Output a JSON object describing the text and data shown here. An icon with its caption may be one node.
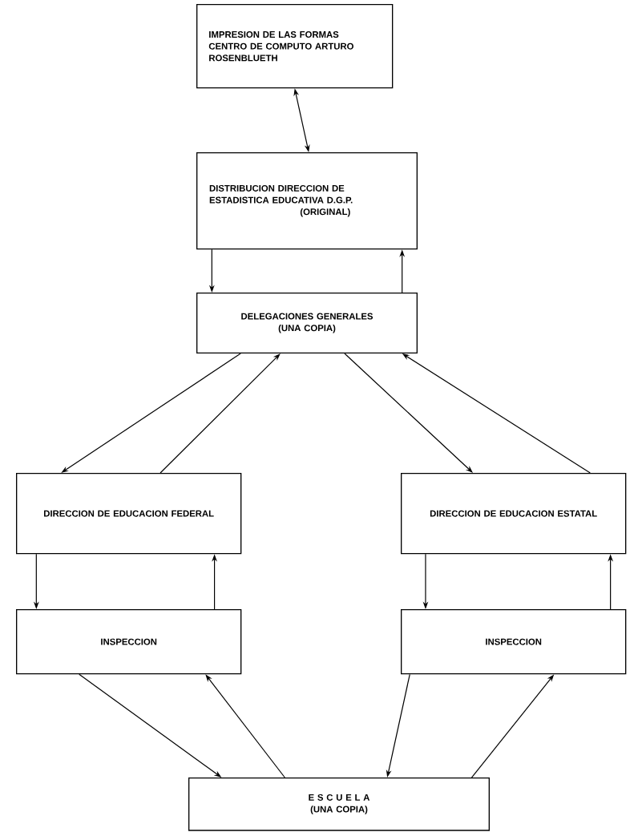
{
  "diagram": {
    "nodes": [
      {
        "text": [
          "IMPRESION DE LAS FORMAS CENTRO DE COMPUTO ARTURO ROSENBLUETH"
        ]
      },
      {
        "text": [
          "DISTRIBUCION DIRECCION DE ESTADISTICA EDUCATIVA D.G.P.",
          "(ORIGINAL)"
        ]
      },
      {
        "text": [
          "DELEGACIONES GENERALES",
          "(UNA COPIA)"
        ]
      },
      {
        "text": [
          "DIRECCION DE EDUCACION FEDERAL"
        ]
      },
      {
        "text": [
          "DIRECCION DE EDUCACION ESTATAL"
        ]
      },
      {
        "text": [
          "INSPECCION"
        ]
      },
      {
        "text": [
          "INSPECCION"
        ]
      },
      {
        "text": [
          "E S C U E L A",
          "(UNA COPIA)"
        ]
      }
    ],
    "edges": [
      {
        "from": 0,
        "to": 1,
        "arrow": "both"
      },
      {
        "from": 1,
        "to": 2,
        "arrow": "to"
      },
      {
        "from": 2,
        "to": 1,
        "arrow": "to"
      },
      {
        "from": 2,
        "to": 3,
        "arrow": "to"
      },
      {
        "from": 3,
        "to": 2,
        "arrow": "to"
      },
      {
        "from": 2,
        "to": 4,
        "arrow": "to"
      },
      {
        "from": 4,
        "to": 2,
        "arrow": "to"
      },
      {
        "from": 3,
        "to": 5,
        "arrow": "to"
      },
      {
        "from": 5,
        "to": 3,
        "arrow": "to"
      },
      {
        "from": 4,
        "to": 6,
        "arrow": "to"
      },
      {
        "from": 6,
        "to": 4,
        "arrow": "to"
      },
      {
        "from": 5,
        "to": 7,
        "arrow": "to"
      },
      {
        "from": 7,
        "to": 5,
        "arrow": "to"
      },
      {
        "from": 6,
        "to": 7,
        "arrow": "to"
      },
      {
        "from": 7,
        "to": 6,
        "arrow": "to"
      }
    ]
  }
}
